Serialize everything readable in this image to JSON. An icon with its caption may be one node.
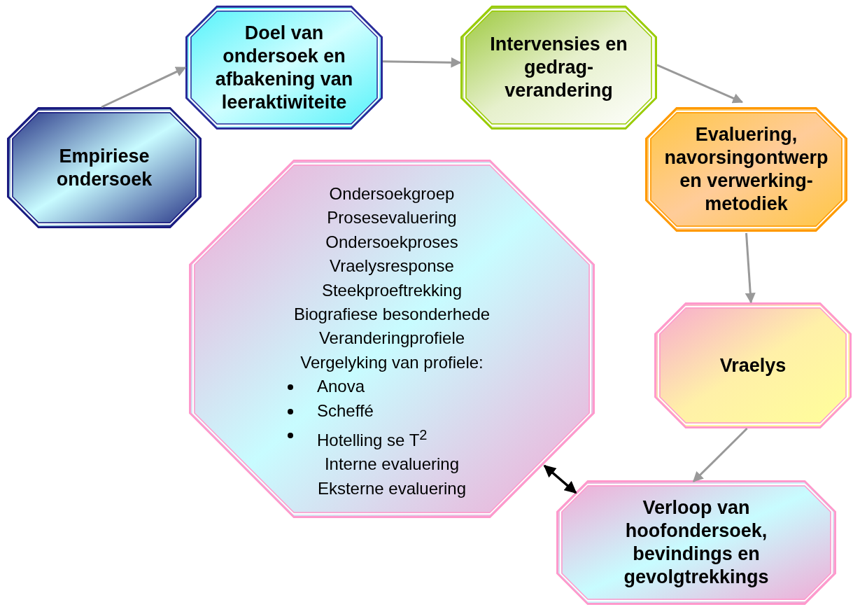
{
  "diagram": {
    "nodes": [
      {
        "text": [
          "Empiriese ondersoek"
        ]
      },
      {
        "text": [
          "Doel van ondersoek en afbakening van leeraktiwiteite"
        ]
      },
      {
        "text": [
          "Intervensies en gedrag- verandering"
        ]
      },
      {
        "text": [
          "Evaluering, navorsingontwerp en verwerking- metodiek"
        ]
      },
      {
        "text": [
          "Vraelys"
        ]
      },
      {
        "text": [
          "Verloop van hoofondersoek, bevindings en gevolgtrekkings"
        ]
      },
      {
        "text": [
          "Ondersoekgroep",
          "Prosesevaluering",
          "Ondersoekproses",
          "Vraelysresponse",
          "Steekproeftrekking",
          "Biografiese besonderhede",
          "Veranderingprofiele",
          "Vergelyking van profiele:",
          "Anova",
          "Scheffé",
          "Hotelling se T$^{2}$",
          "Interne evaluering",
          "Eksterne evaluering"
        ]
      }
    ],
    "edges": [
      {
        "from": 0,
        "to": 1,
        "arrow": "to"
      },
      {
        "from": 1,
        "to": 2,
        "arrow": "to"
      },
      {
        "from": 2,
        "to": 3,
        "arrow": "to"
      },
      {
        "from": 3,
        "to": 4,
        "arrow": "to"
      },
      {
        "from": 4,
        "to": 5,
        "arrow": "to"
      },
      {
        "from": 6,
        "to": 5,
        "arrow": "both",
        "color": "#000000"
      }
    ]
  }
}
